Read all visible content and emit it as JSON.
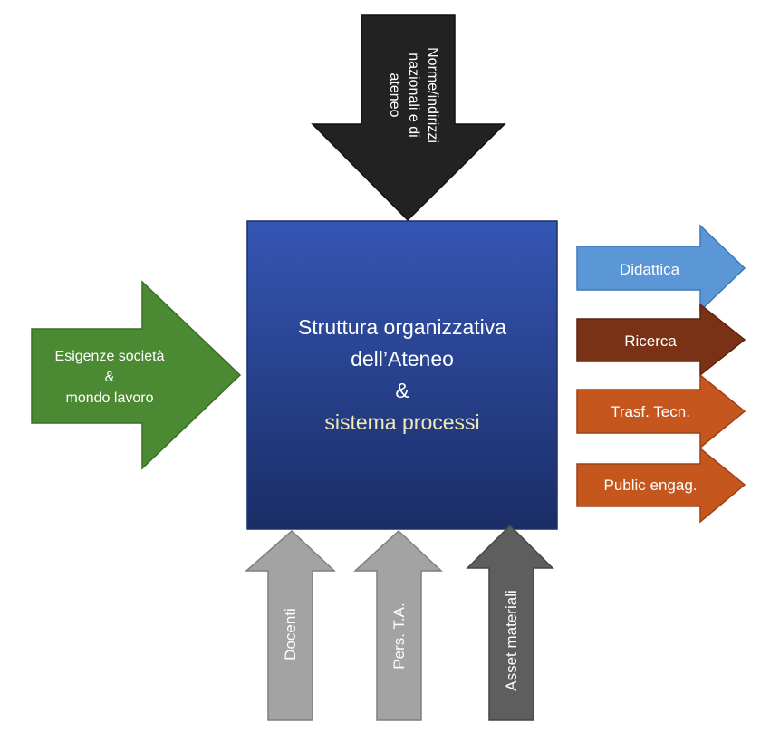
{
  "center": {
    "line1": "Struttura organizzativa",
    "line2": "dell’Ateneo",
    "line3": "&",
    "line4": "sistema processi"
  },
  "inputs": {
    "left": {
      "line1": "Esigenze società",
      "line2": "&",
      "line3": "mondo lavoro"
    },
    "top": {
      "line1": "Norme/indirizzi",
      "line2": "nazionali e di",
      "line3": "ateneo"
    },
    "bottom": [
      {
        "label": "Docenti"
      },
      {
        "label": "Pers. T.A."
      },
      {
        "label": "Asset materiali"
      }
    ]
  },
  "outputs": [
    {
      "label": "Didattica"
    },
    {
      "label": "Ricerca"
    },
    {
      "label": "Trasf. Tecn."
    },
    {
      "label": "Public engag."
    }
  ],
  "colors": {
    "center_top": "#3556b4",
    "center_bottom": "#1a2d66",
    "left_arrow": "#4b8a33",
    "top_arrow": "#222222",
    "bottom_arrow_light": "#a3a3a3",
    "bottom_arrow_dark": "#5e5e5e",
    "out_didattica": "#5b96d6",
    "out_ricerca": "#7a3216",
    "out_trasf": "#c4561e",
    "out_public": "#c4561e",
    "center_highlight_text": "#f3e7b4"
  }
}
